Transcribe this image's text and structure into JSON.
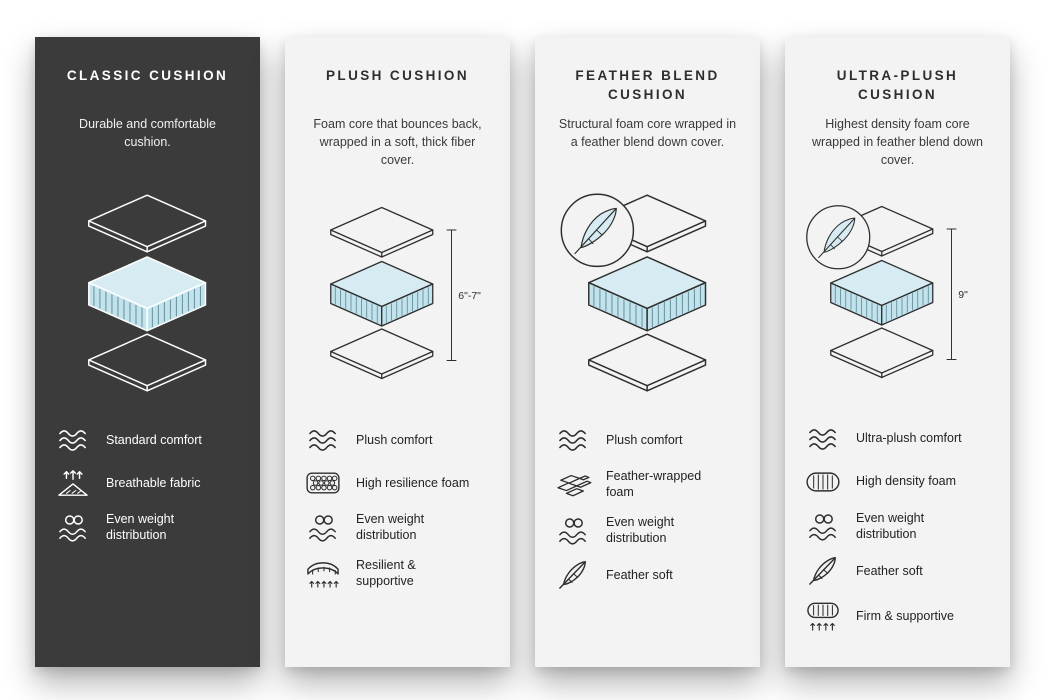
{
  "page": {
    "background": "#ffffff"
  },
  "colors": {
    "dark_card_bg": "#3b3b3b",
    "light_card_bg": "#f3f3f3",
    "foam_top": "#d7ecf2",
    "foam_side": "#c3e3ec",
    "feather_fill": "#d7ecf2",
    "stroke_dark": "#2e2e2e",
    "stroke_light": "#ffffff",
    "hatch": "#54808e"
  },
  "cards": [
    {
      "id": "classic-cushion",
      "theme": "dark",
      "title": "CLASSIC CUSHION",
      "description": "Durable and comfortable cushion.",
      "has_feather_badge": false,
      "measurement": "",
      "features": [
        {
          "icon": "waves-icon",
          "label": "Standard comfort"
        },
        {
          "icon": "breathable-icon",
          "label": "Breathable fabric"
        },
        {
          "icon": "weight-distribution-icon",
          "label": "Even weight distribution"
        }
      ]
    },
    {
      "id": "plush-cushion",
      "theme": "light",
      "title": "PLUSH CUSHION",
      "description": "Foam core that bounces back, wrapped in a soft, thick fiber cover.",
      "has_feather_badge": false,
      "measurement": "6\"-7\"",
      "features": [
        {
          "icon": "waves-icon",
          "label": "Plush comfort"
        },
        {
          "icon": "foam-bubbles-icon",
          "label": "High resilience foam"
        },
        {
          "icon": "weight-distribution-icon",
          "label": "Even weight distribution"
        },
        {
          "icon": "resilient-support-icon",
          "label": "Resilient & supportive"
        }
      ]
    },
    {
      "id": "feather-blend-cushion",
      "theme": "light",
      "title": "FEATHER BLEND CUSHION",
      "description": "Structural foam core wrapped in a feather blend down cover.",
      "has_feather_badge": true,
      "measurement": "",
      "features": [
        {
          "icon": "waves-icon",
          "label": "Plush comfort"
        },
        {
          "icon": "feather-wrapped-foam-icon",
          "label": "Feather-wrapped foam"
        },
        {
          "icon": "weight-distribution-icon",
          "label": "Even weight distribution"
        },
        {
          "icon": "feather-icon",
          "label": "Feather soft"
        }
      ]
    },
    {
      "id": "ultra-plush-cushion",
      "theme": "light",
      "title": "ULTRA-PLUSH CUSHION",
      "description": "Highest density foam core wrapped in feather blend down cover.",
      "has_feather_badge": true,
      "measurement": "9\"",
      "features": [
        {
          "icon": "waves-icon",
          "label": "Ultra-plush comfort"
        },
        {
          "icon": "density-foam-icon",
          "label": "High density foam"
        },
        {
          "icon": "weight-distribution-icon",
          "label": "Even weight distribution"
        },
        {
          "icon": "feather-icon",
          "label": "Feather soft"
        },
        {
          "icon": "firm-supportive-icon",
          "label": "Firm & supportive"
        }
      ]
    }
  ]
}
